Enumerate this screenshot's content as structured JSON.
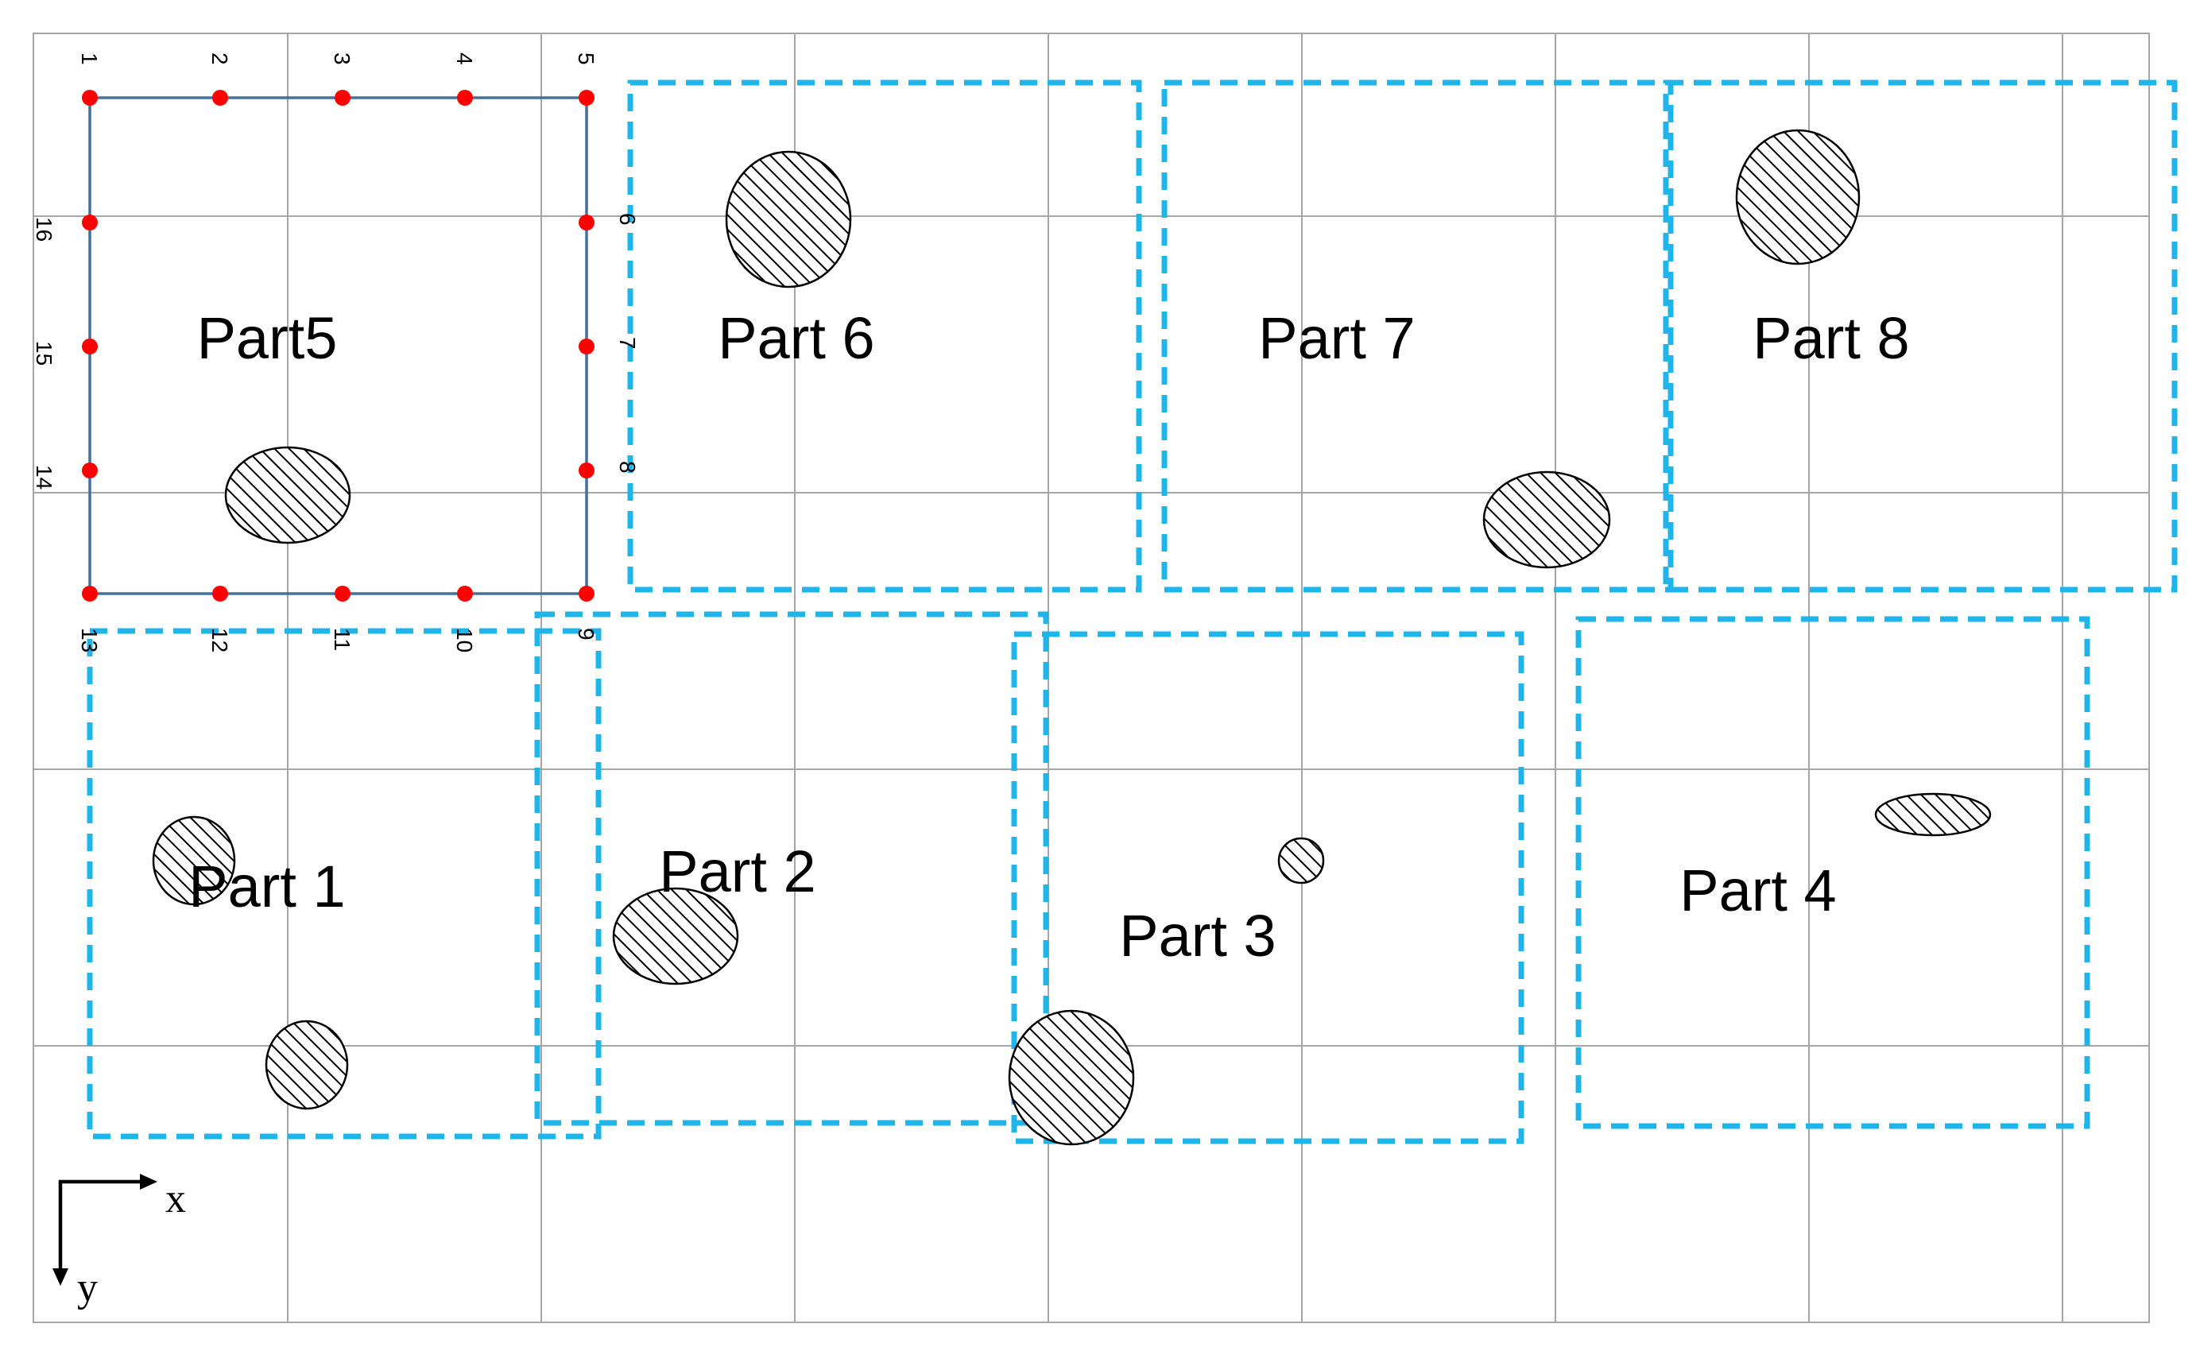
{
  "colors": {
    "grid": "#a6a6a6",
    "part_outline": "#1fb5ea",
    "part5_outline": "#41719c",
    "node": "#ff0000",
    "text": "#000000"
  },
  "parts": [
    {
      "id": "part-1",
      "label": "Part 1"
    },
    {
      "id": "part-2",
      "label": "Part 2"
    },
    {
      "id": "part-3",
      "label": "Part 3"
    },
    {
      "id": "part-4",
      "label": "Part 4"
    },
    {
      "id": "part-5",
      "label": "Part5"
    },
    {
      "id": "part-6",
      "label": "Part 6"
    },
    {
      "id": "part-7",
      "label": "Part 7"
    },
    {
      "id": "part-8",
      "label": "Part 8"
    }
  ],
  "nodes": [
    "1",
    "2",
    "3",
    "4",
    "5",
    "6",
    "7",
    "8",
    "9",
    "10",
    "11",
    "12",
    "13",
    "14",
    "15",
    "16"
  ],
  "axes": {
    "x_label": "x",
    "y_label": "y"
  },
  "defect_fill": "diagonal-hatch"
}
